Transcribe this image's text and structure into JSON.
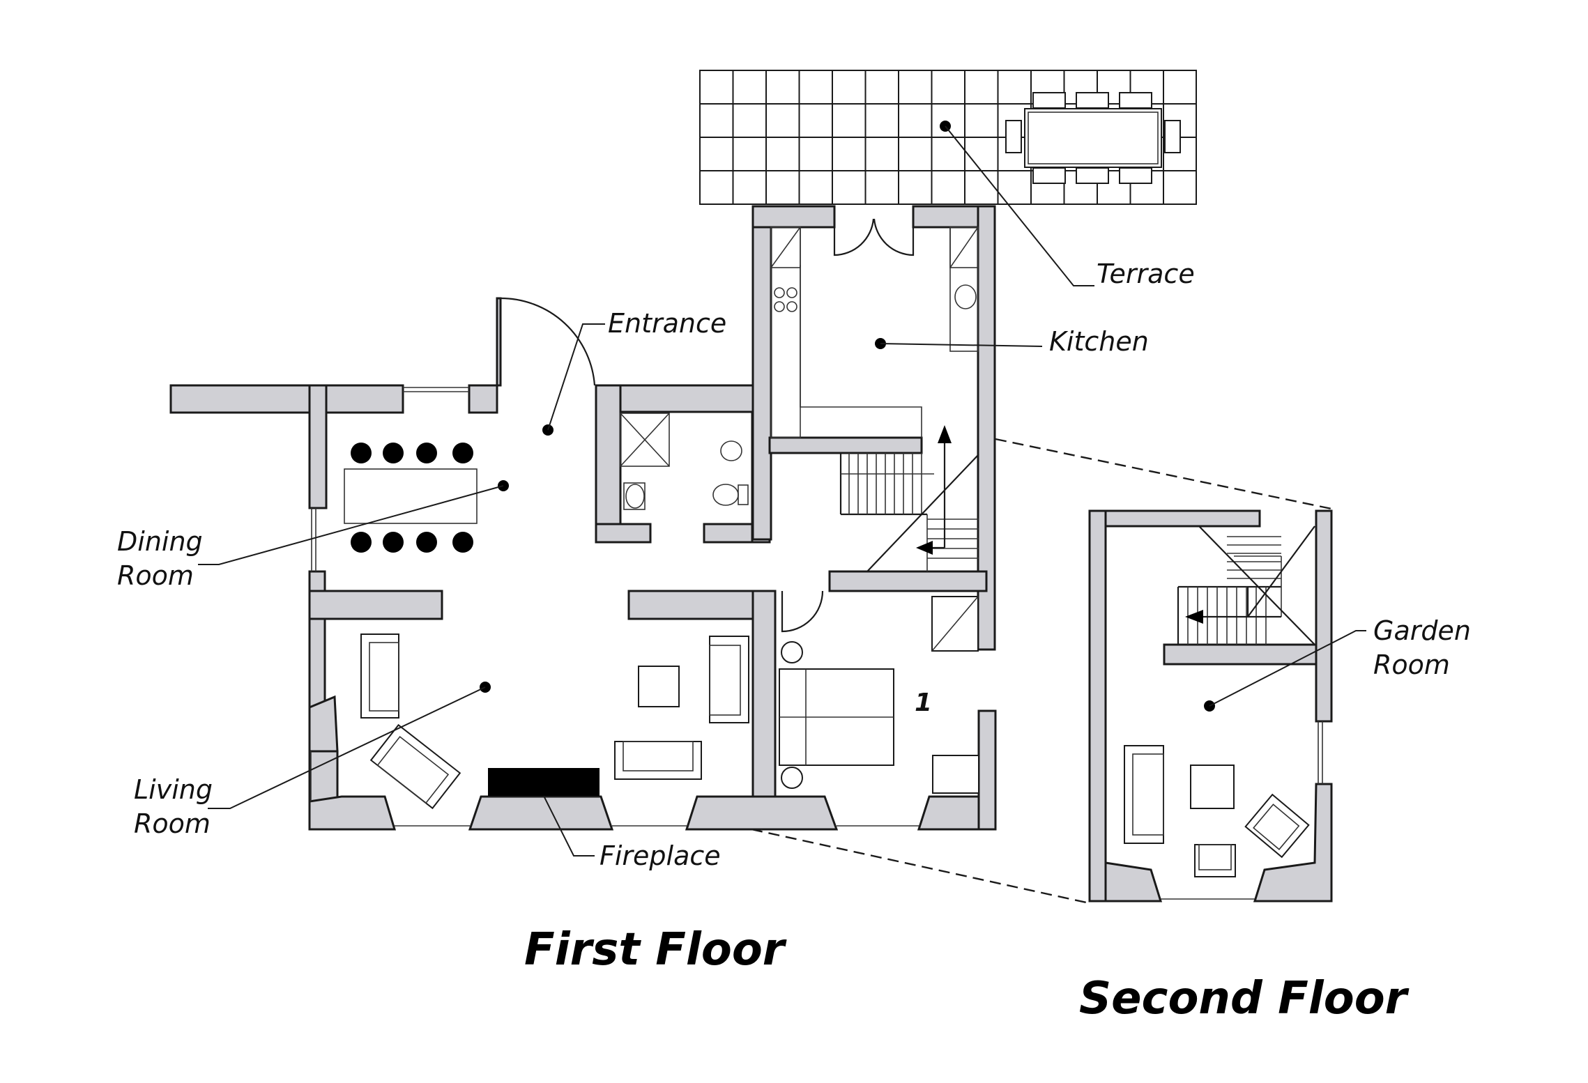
{
  "labels": {
    "terrace": "Terrace",
    "kitchen": "Kitchen",
    "entrance": "Entrance",
    "dining_line1": "Dining",
    "dining_line2": "Room",
    "living_line1": "Living",
    "living_line2": "Room",
    "fireplace": "Fireplace",
    "garden_line1": "Garden",
    "garden_line2": "Room",
    "bedroom_number": "1"
  },
  "titles": {
    "first_floor": "First Floor",
    "second_floor": "Second Floor"
  },
  "colors": {
    "wall_fill": "#d0d0d5",
    "ink": "#1a1a1a"
  }
}
